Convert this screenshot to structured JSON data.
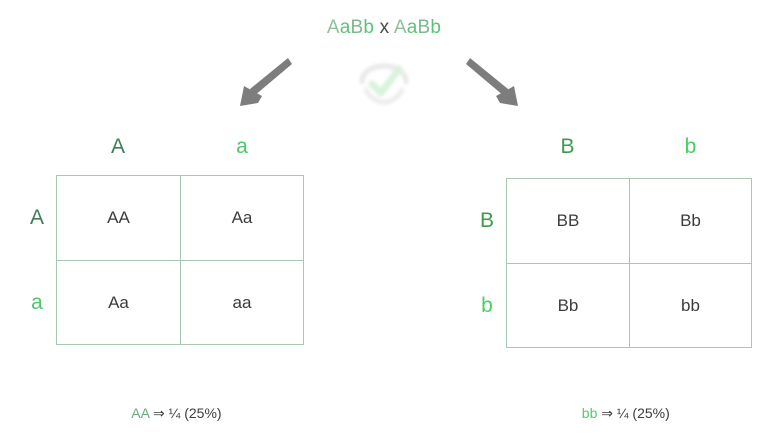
{
  "colors": {
    "green_dark": "#3f7d56",
    "green_mid": "#4fa868",
    "green_bright": "#4ed06a",
    "green_sage": "#8fbf9b",
    "grid_border": "#a8c7b4",
    "text_dark": "#3c3c3c",
    "arrow_gray": "#7d7d7d",
    "background": "#ffffff"
  },
  "title": {
    "text": "AaBb x AaBb",
    "segments": [
      {
        "char": "A",
        "color": "#8fbf9b"
      },
      {
        "char": "a",
        "color": "#5bc47a"
      },
      {
        "char": "B",
        "color": "#7bb98d"
      },
      {
        "char": "b",
        "color": "#5bc47a"
      },
      {
        "char": " ",
        "color": "#3c3c3c"
      },
      {
        "char": "x",
        "color": "#4a4a4a"
      },
      {
        "char": " ",
        "color": "#3c3c3c"
      },
      {
        "char": "A",
        "color": "#8fbf9b"
      },
      {
        "char": "a",
        "color": "#5bc47a"
      },
      {
        "char": "B",
        "color": "#7bb98d"
      },
      {
        "char": "b",
        "color": "#5bc47a"
      }
    ]
  },
  "arrows": {
    "left": {
      "name": "arrow-down-left",
      "color": "#7d7d7d"
    },
    "right": {
      "name": "arrow-down-right",
      "color": "#7d7d7d"
    }
  },
  "watermark": {
    "name": "check-badge-watermark"
  },
  "squares": [
    {
      "id": "left",
      "name": "punnett-square-allele-a",
      "col_headers": [
        {
          "label": "A",
          "color": "#3f7d56"
        },
        {
          "label": "a",
          "color": "#4ec46c"
        }
      ],
      "row_headers": [
        {
          "label": "A",
          "color": "#3f7d56"
        },
        {
          "label": "a",
          "color": "#4ec46c"
        }
      ],
      "cells": [
        [
          "AA",
          "Aa"
        ],
        [
          "Aa",
          "aa"
        ]
      ],
      "caption": {
        "genotype": "AA",
        "genotype_color": "#6aab80",
        "rest": " ⇒ ¼ (25%)"
      }
    },
    {
      "id": "right",
      "name": "punnett-square-allele-b",
      "col_headers": [
        {
          "label": "B",
          "color": "#3f9a4d"
        },
        {
          "label": "b",
          "color": "#46d05f"
        }
      ],
      "row_headers": [
        {
          "label": "B",
          "color": "#3f9a4d"
        },
        {
          "label": "b",
          "color": "#46d05f"
        }
      ],
      "cells": [
        [
          "BB",
          "Bb"
        ],
        [
          "Bb",
          "bb"
        ]
      ],
      "caption": {
        "genotype": "bb",
        "genotype_color": "#56c86f",
        "rest": " ⇒ ¼ (25%)"
      }
    }
  ]
}
